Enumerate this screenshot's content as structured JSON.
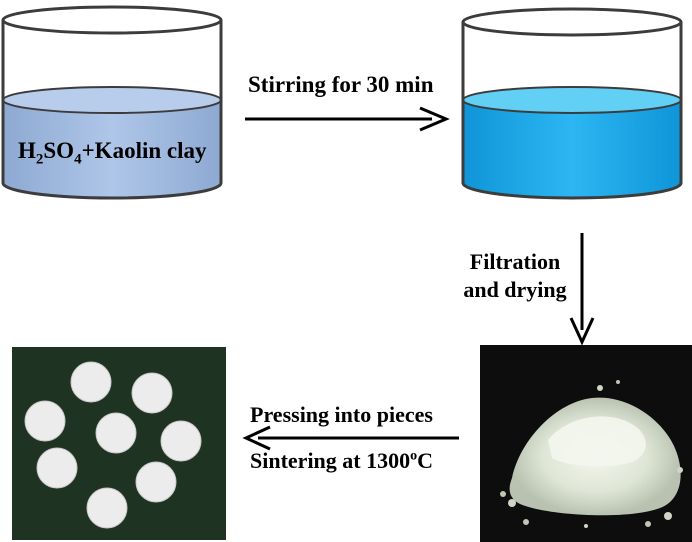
{
  "beaker_label": {
    "part1": "H",
    "sub1": "2",
    "part2": "SO",
    "sub2": "4",
    "part3": "+Kaolin clay"
  },
  "steps": {
    "stirring": "Stirring for 30 min",
    "filtration_line1": "Filtration",
    "filtration_line2": "and drying",
    "pressing": "Pressing into pieces",
    "sintering_prefix": "Sintering at 1300",
    "sintering_sup": "o",
    "sintering_suffix": "C"
  },
  "colors": {
    "beaker1_liquid": "#a9c3e6",
    "beaker2_liquid": "#22b1ee",
    "powder_bg": "#0d0d0d",
    "pellets_bg": "#1f3323",
    "pellet": "#ececec"
  },
  "icons": [
    "beaker-icon",
    "arrow-right-icon",
    "arrow-down-icon",
    "arrow-left-icon"
  ]
}
